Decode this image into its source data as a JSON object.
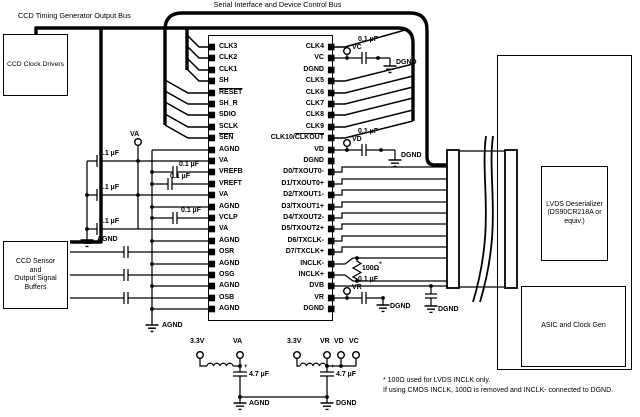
{
  "buses": {
    "serial_label": "Serial Interface and Device Control Bus",
    "ccd_label": "CCD Timing Generator Output Bus"
  },
  "blocks": {
    "clock_drivers": "CCD Clock Drivers",
    "sensor_lines": [
      "CCD Sensor",
      "and",
      "Output Signal",
      "Buffers"
    ],
    "lvds_lines": [
      "LVDS Deserializer",
      "(DS90CR218A or",
      "equiv.)"
    ],
    "asic": "ASIC and Clock Gen"
  },
  "chip": {
    "left_pins": [
      "CLK3",
      "CLK2",
      "CLK1",
      "SH",
      {
        "text": "RESET",
        "overline": true
      },
      "SH_R",
      "SDIO",
      "SCLK",
      {
        "text": "SEN",
        "overline": true
      },
      "AGND",
      "VA",
      "VREFB",
      "VREFT",
      "VA",
      "AGND",
      "VCLP",
      "VA",
      "AGND",
      "OSR",
      "AGND",
      "OSG",
      "AGND",
      "OSB",
      "AGND"
    ],
    "right_pins": [
      "CLK4",
      "VC",
      "DGND",
      "CLK5",
      "CLK6",
      "CLK7",
      "CLK8",
      "CLK9",
      {
        "parts": [
          {
            "text": "CLK10/"
          },
          {
            "text": "CLKOUT",
            "overline": true
          }
        ]
      },
      "VD",
      "DGND",
      "D0/TXOUT0-",
      "D1/TXOUT0+",
      "D2/TXOUT1-",
      "D3/TXOUT1+",
      "D4/TXOUT2-",
      "D5/TXOUT2+",
      "D6/TXCLK-",
      "D7/TXCLK+",
      "INCLK-",
      "INCLK+",
      "DVB",
      "VR",
      "DGND"
    ]
  },
  "supplies": {
    "va": "VA",
    "vc": "VC",
    "vd": "VD",
    "vr": "VR",
    "v33": "3.3V",
    "agnd": "AGND",
    "dgnd": "DGND"
  },
  "caps": {
    "c01": "0.1 µF",
    "c47": "4.7 µF",
    "plus": "+"
  },
  "resistor": {
    "value": "100Ω",
    "star": "*"
  },
  "footnote": {
    "line1": "* 100Ω used for LVDS INCLK only.",
    "line2": "If using CMOS INCLK, 100Ω is removed and INCLK- connected to DGND."
  }
}
